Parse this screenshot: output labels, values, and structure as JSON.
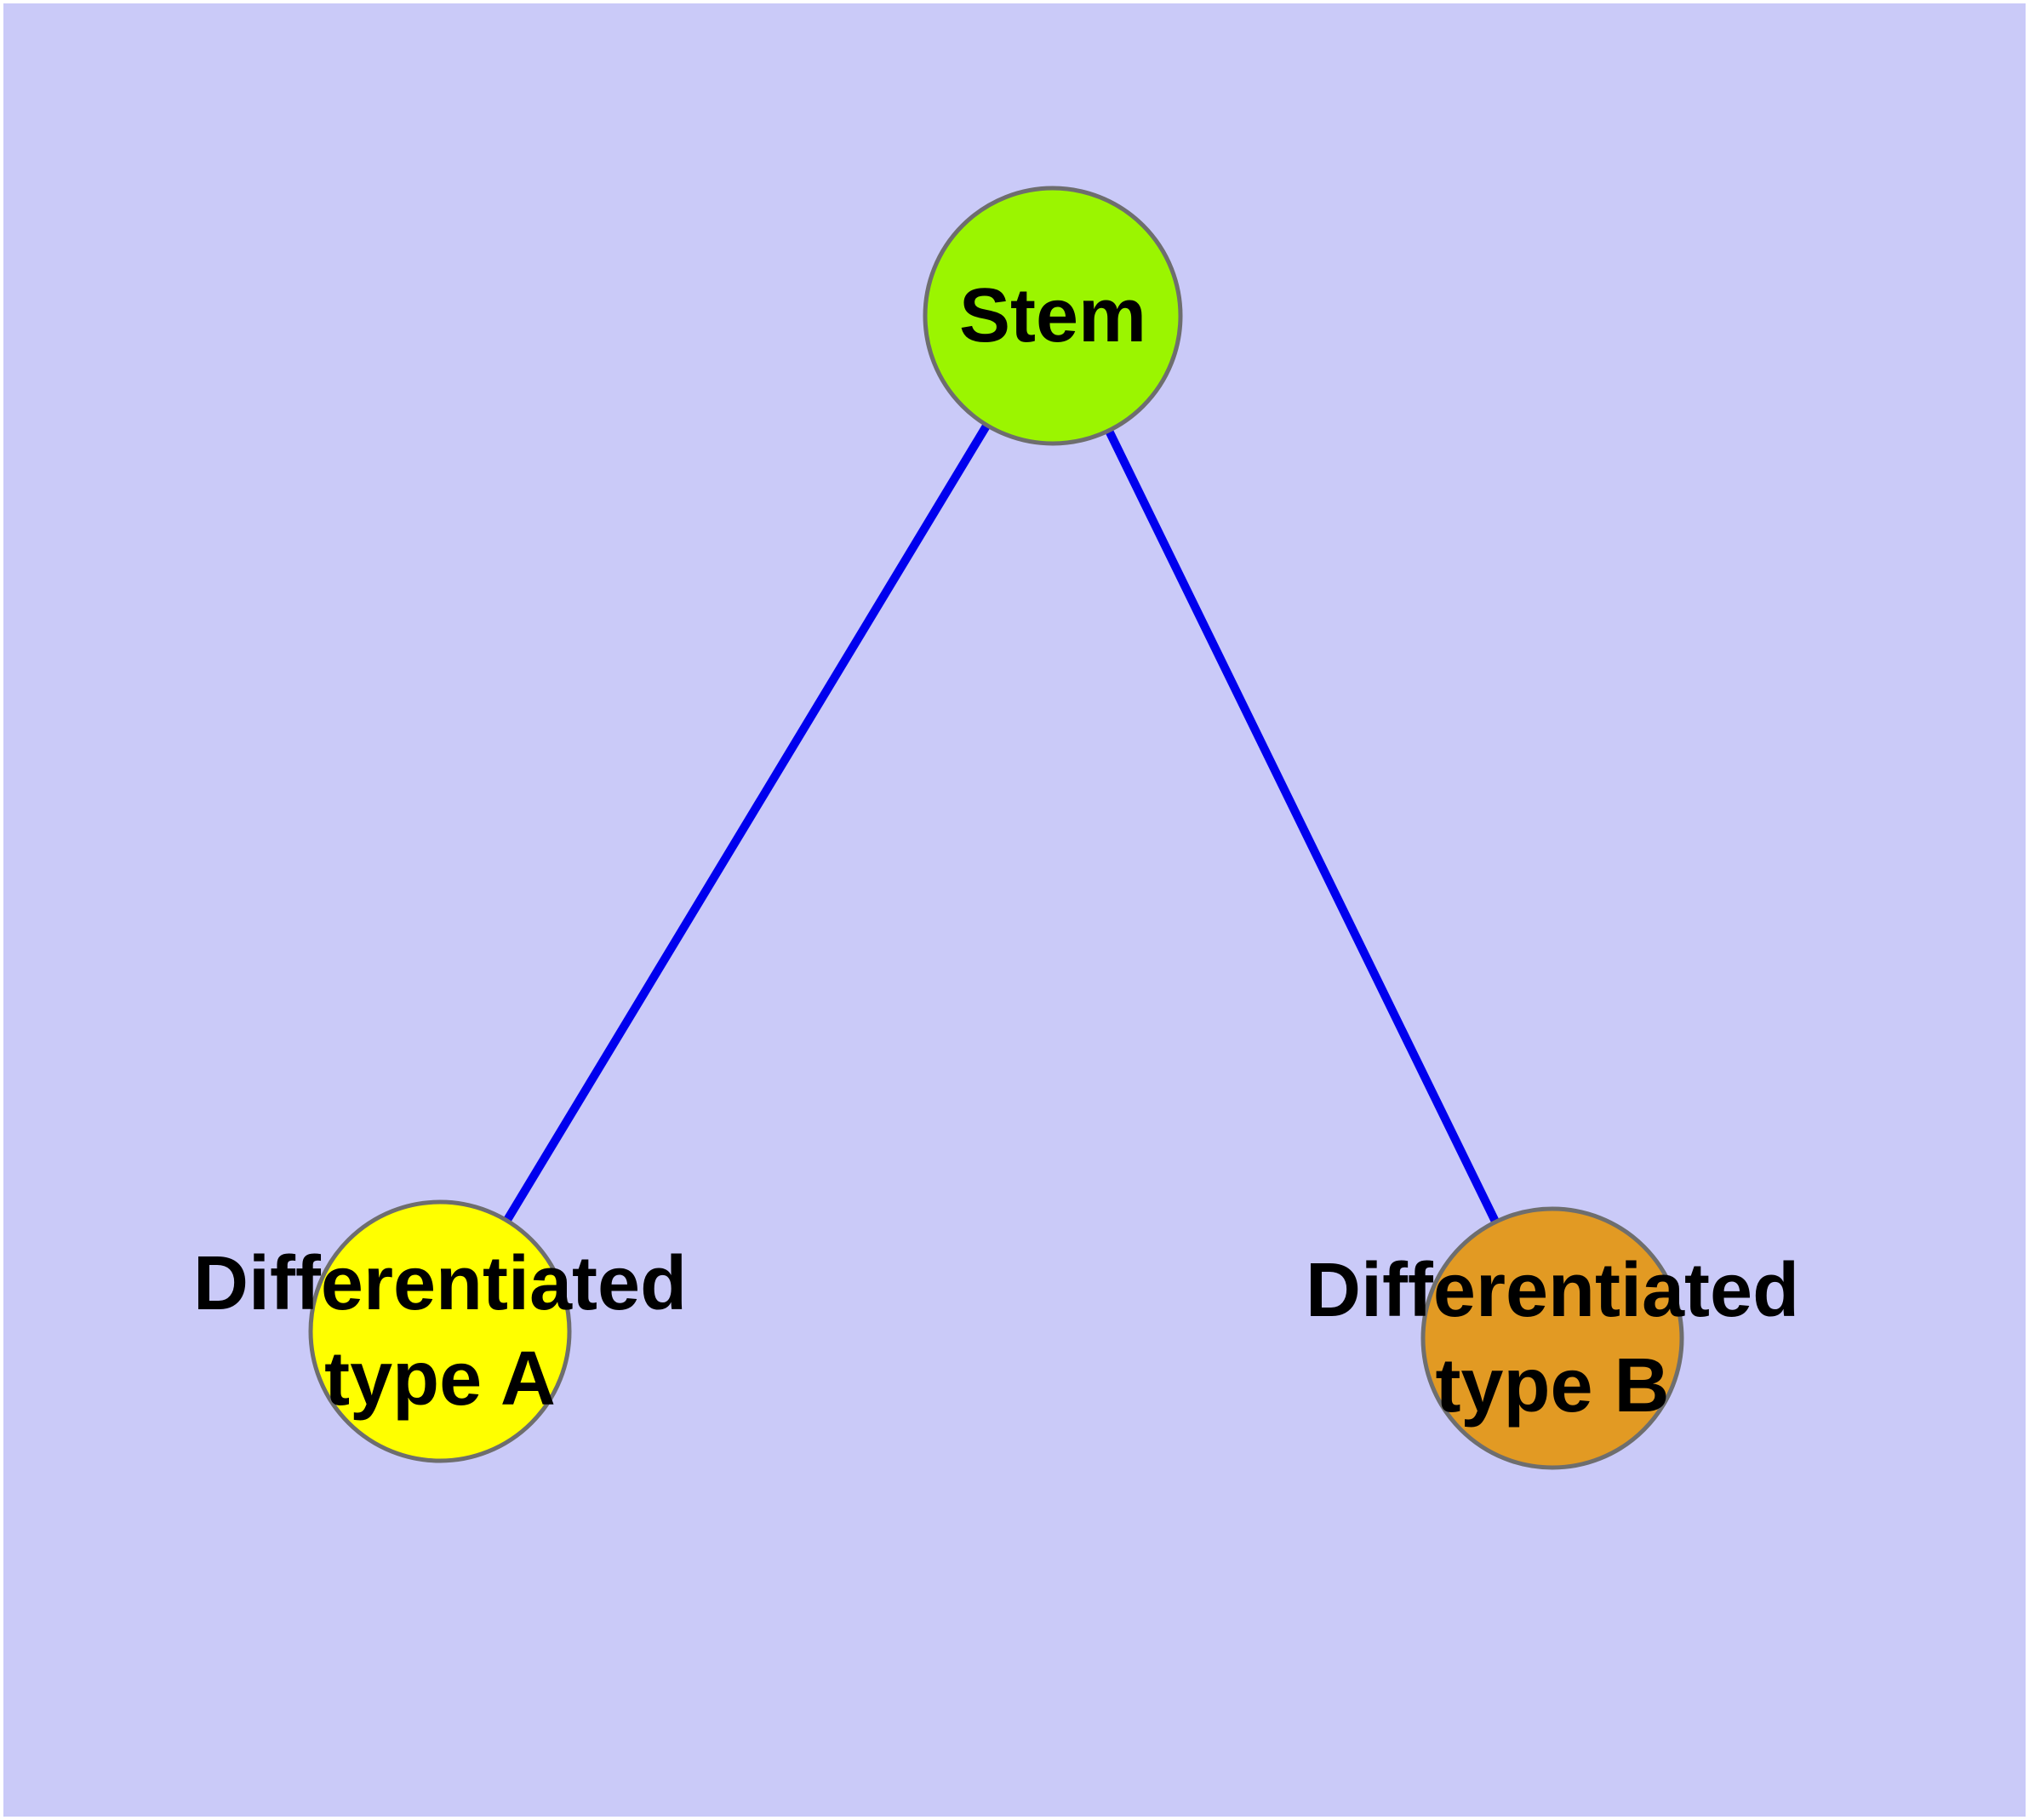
{
  "figure": {
    "background_color": "#CACAF8",
    "frame_color": "#FFFFFF",
    "text_color": "#000000"
  },
  "nodes": [
    {
      "id": "stem",
      "label": "Stem",
      "fill": "#9BF500",
      "border": "#6E6E6E"
    },
    {
      "id": "differentiated-type-a",
      "label_line1": "Differentiated",
      "label_line2": "type A",
      "fill": "#FFFF00",
      "border": "#6E6E6E"
    },
    {
      "id": "differentiated-type-b",
      "label_line1": "Differentiated",
      "label_line2": "type B",
      "fill": "#E29A23",
      "border": "#6E6E6E"
    }
  ],
  "edges": [
    {
      "from": "stem",
      "to": "differentiated-type-a",
      "color": "#0000EE"
    },
    {
      "from": "stem",
      "to": "differentiated-type-b",
      "color": "#0000EE"
    }
  ]
}
